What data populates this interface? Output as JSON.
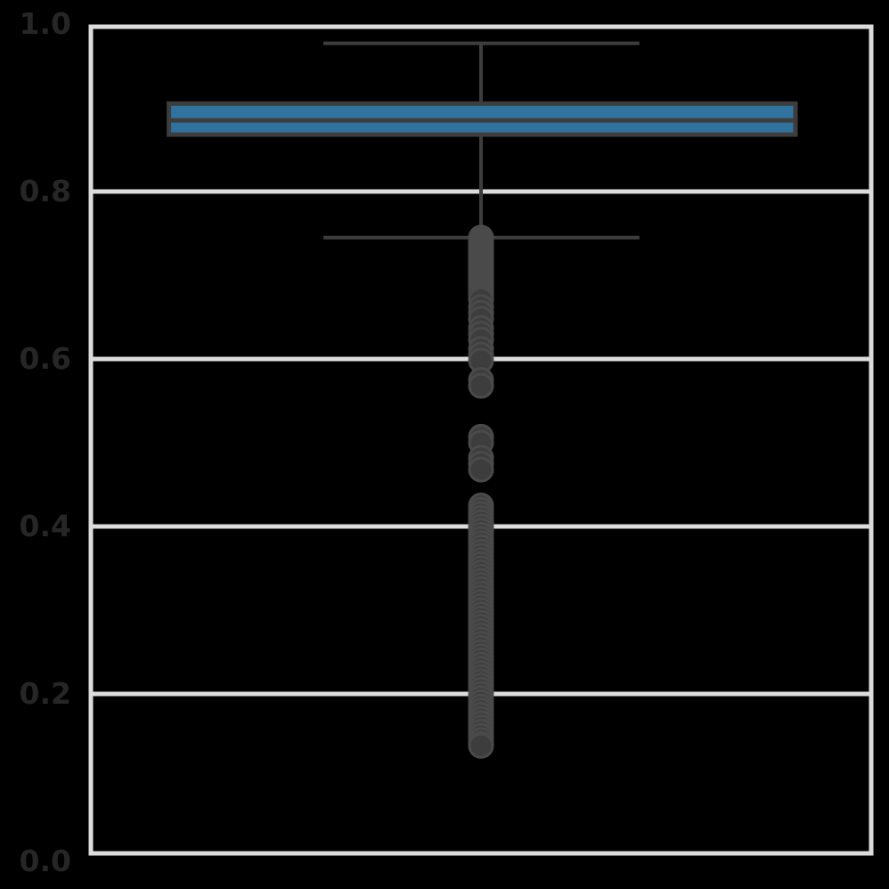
{
  "chart_data": {
    "type": "box",
    "orientation": "horizontal",
    "title": "",
    "xlabel": "",
    "ylabel": "",
    "ylim": [
      0.0,
      1.0
    ],
    "yticks": [
      0.0,
      0.2,
      0.4,
      0.6,
      0.8,
      1.0
    ],
    "ytick_labels": [
      "0.0",
      "0.2",
      "0.4",
      "0.6",
      "0.8",
      "1.0"
    ],
    "xticks": [],
    "xtick_labels": [],
    "grid": "horizontal",
    "legend": "none",
    "series": [
      {
        "name": "distribution",
        "q1": 0.868,
        "median": 0.885,
        "q3": 0.905,
        "whisker_low": 0.745,
        "whisker_high": 0.977,
        "box_x_start": 0.1,
        "box_x_end": 0.903,
        "cap_x_start": 0.298,
        "cap_x_end": 0.703,
        "center_x": 0.5,
        "outliers": [
          0.745,
          0.743,
          0.741,
          0.739,
          0.737,
          0.735,
          0.733,
          0.731,
          0.729,
          0.727,
          0.725,
          0.723,
          0.721,
          0.719,
          0.717,
          0.715,
          0.713,
          0.711,
          0.709,
          0.707,
          0.705,
          0.703,
          0.701,
          0.699,
          0.697,
          0.695,
          0.693,
          0.691,
          0.689,
          0.687,
          0.685,
          0.683,
          0.681,
          0.679,
          0.677,
          0.675,
          0.673,
          0.671,
          0.662,
          0.655,
          0.648,
          0.637,
          0.63,
          0.623,
          0.612,
          0.605,
          0.598,
          0.575,
          0.568,
          0.507,
          0.5,
          0.482,
          0.475,
          0.468,
          0.425,
          0.42,
          0.415,
          0.41,
          0.405,
          0.4,
          0.395,
          0.39,
          0.385,
          0.38,
          0.375,
          0.37,
          0.365,
          0.36,
          0.355,
          0.35,
          0.345,
          0.34,
          0.335,
          0.33,
          0.325,
          0.32,
          0.315,
          0.31,
          0.305,
          0.3,
          0.295,
          0.29,
          0.285,
          0.28,
          0.275,
          0.27,
          0.265,
          0.26,
          0.255,
          0.25,
          0.245,
          0.24,
          0.235,
          0.23,
          0.225,
          0.22,
          0.215,
          0.21,
          0.205,
          0.2,
          0.195,
          0.19,
          0.185,
          0.18,
          0.175,
          0.17,
          0.165,
          0.16,
          0.155,
          0.15,
          0.145,
          0.14,
          0.138
        ]
      }
    ],
    "colors": {
      "box_fill": "#30739f",
      "box_edge": "#3d3d3d",
      "whisker": "#3d3d3d",
      "median": "#3d3d3d",
      "outlier_fill": "#3d3d3d",
      "outlier_edge": "#4a4a4a",
      "grid": "#dcdcdc",
      "spine": "#dcdcdc",
      "tick_label": "#262626",
      "background": "#000000"
    }
  },
  "axis": {
    "ytick_labels": [
      {
        "text": "1.0",
        "value": 1.0
      },
      {
        "text": "0.8",
        "value": 0.8
      },
      {
        "text": "0.6",
        "value": 0.6
      },
      {
        "text": "0.4",
        "value": 0.4
      },
      {
        "text": "0.2",
        "value": 0.2
      },
      {
        "text": "0.0",
        "value": 0.0
      }
    ]
  }
}
